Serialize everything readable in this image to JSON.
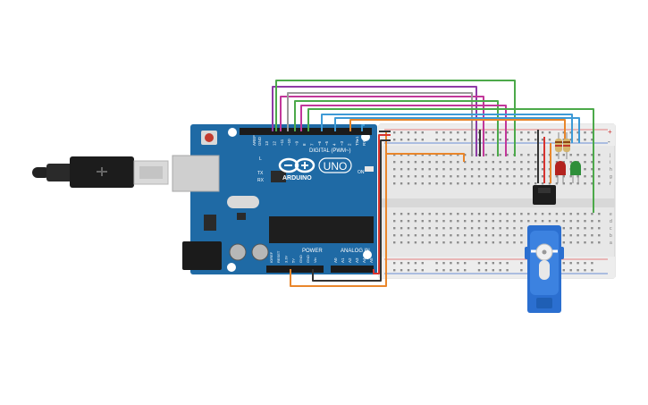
{
  "board": {
    "name": "UNO",
    "brand": "ARDUINO",
    "digital_label": "DIGITAL (PWM~)",
    "analog_label": "ANALOG IN",
    "power_label": "POWER",
    "on_label": "ON",
    "tx_label": "TX",
    "rx_label": "RX",
    "l_label": "L",
    "aref_label": "AREF",
    "gnd_label": "GND",
    "digital_pins": [
      "13",
      "12",
      "~11",
      "~10",
      "~9",
      "8",
      "7",
      "~6",
      "~5",
      "4",
      "~3",
      "2",
      "TX▸1",
      "RX◂0"
    ],
    "analog_pins": [
      "A0",
      "A1",
      "A2",
      "A3",
      "A4",
      "A5"
    ],
    "power_pins": [
      "IOREF",
      "RESET",
      "3.3V",
      "5V",
      "GND",
      "GND",
      "Vin"
    ]
  },
  "breadboard": {
    "row_letters_top": [
      "j",
      "i",
      "h",
      "g",
      "f"
    ],
    "row_letters_bottom": [
      "e",
      "d",
      "c",
      "b",
      "a"
    ],
    "rail_plus": "+",
    "rail_minus": "-"
  },
  "colors": {
    "board": "#1f6aa5",
    "board_dark": "#17548a",
    "breadboard": "#e7e7e7",
    "wire_purple": "#8e3ca6",
    "wire_magenta": "#c2379a",
    "wire_green": "#4ca94a",
    "wire_grey": "#9a9a9a",
    "wire_blue": "#3d9ad6",
    "wire_orange": "#e9862b",
    "wire_red": "#d8332f",
    "wire_black": "#333333",
    "led_red": "#b3221e",
    "led_green": "#2f8f3a",
    "servo": "#2b6fd0"
  },
  "icons": {
    "usb_cable": "usb-cable-icon",
    "arduino_logo": "infinity-logo-icon",
    "servo": "servo-motor-icon"
  }
}
